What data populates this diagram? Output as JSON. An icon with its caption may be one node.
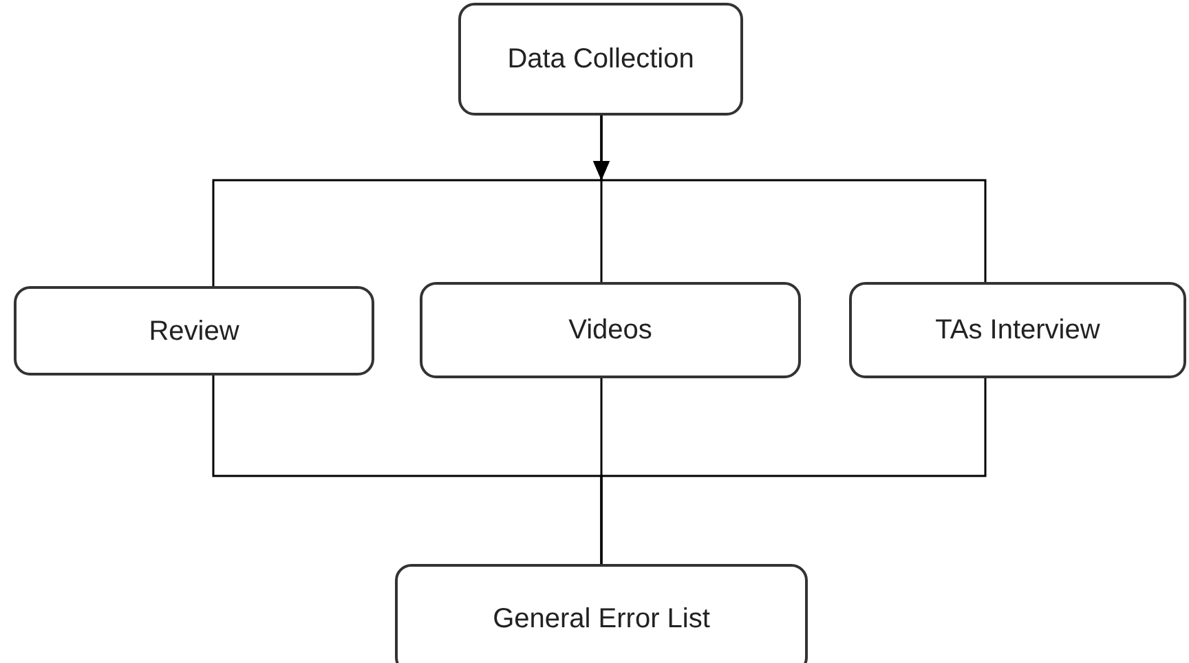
{
  "diagram": {
    "nodes": [
      {
        "text": [
          "Data Collection"
        ]
      },
      {
        "text": [
          "Review"
        ]
      },
      {
        "text": [
          "Videos"
        ]
      },
      {
        "text": [
          "TAs Interview"
        ]
      },
      {
        "text": [
          "General Error List"
        ]
      }
    ],
    "edges": [
      {
        "from": 0,
        "to": 1,
        "arrow": "to"
      },
      {
        "from": 0,
        "to": 2,
        "arrow": "to"
      },
      {
        "from": 0,
        "to": 3,
        "arrow": "to"
      },
      {
        "from": 1,
        "to": 4,
        "arrow": "none"
      },
      {
        "from": 2,
        "to": 4,
        "arrow": "none"
      },
      {
        "from": 3,
        "to": 4,
        "arrow": "none"
      }
    ]
  }
}
